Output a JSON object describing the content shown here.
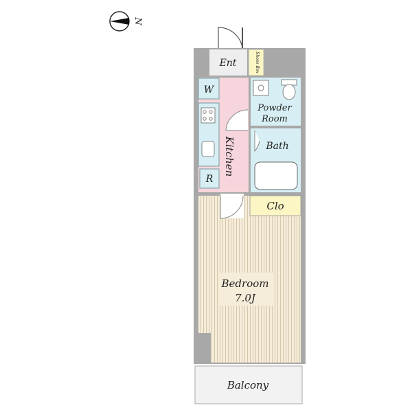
{
  "compass": {
    "label": "N"
  },
  "rooms": {
    "entrance": "Ent",
    "shoe_box": "Shoes Box",
    "washer": "W",
    "powder_room_line1": "Powder",
    "powder_room_line2": "Room",
    "kitchen": "Kitchen",
    "bath": "Bath",
    "refrigerator": "R",
    "closet": "Clo",
    "bedroom": "Bedroom",
    "bedroom_size": "7.0J",
    "balcony": "Balcony"
  },
  "colors": {
    "wall": "#a8a8a8",
    "kitchen_floor": "#f6d6dc",
    "wet_area": "#d7eff4",
    "closet": "#fbf6c4",
    "bedroom_floor": "#f5ecd9",
    "bedroom_lines": "#c8b99a",
    "balcony": "#f2f2f2"
  }
}
